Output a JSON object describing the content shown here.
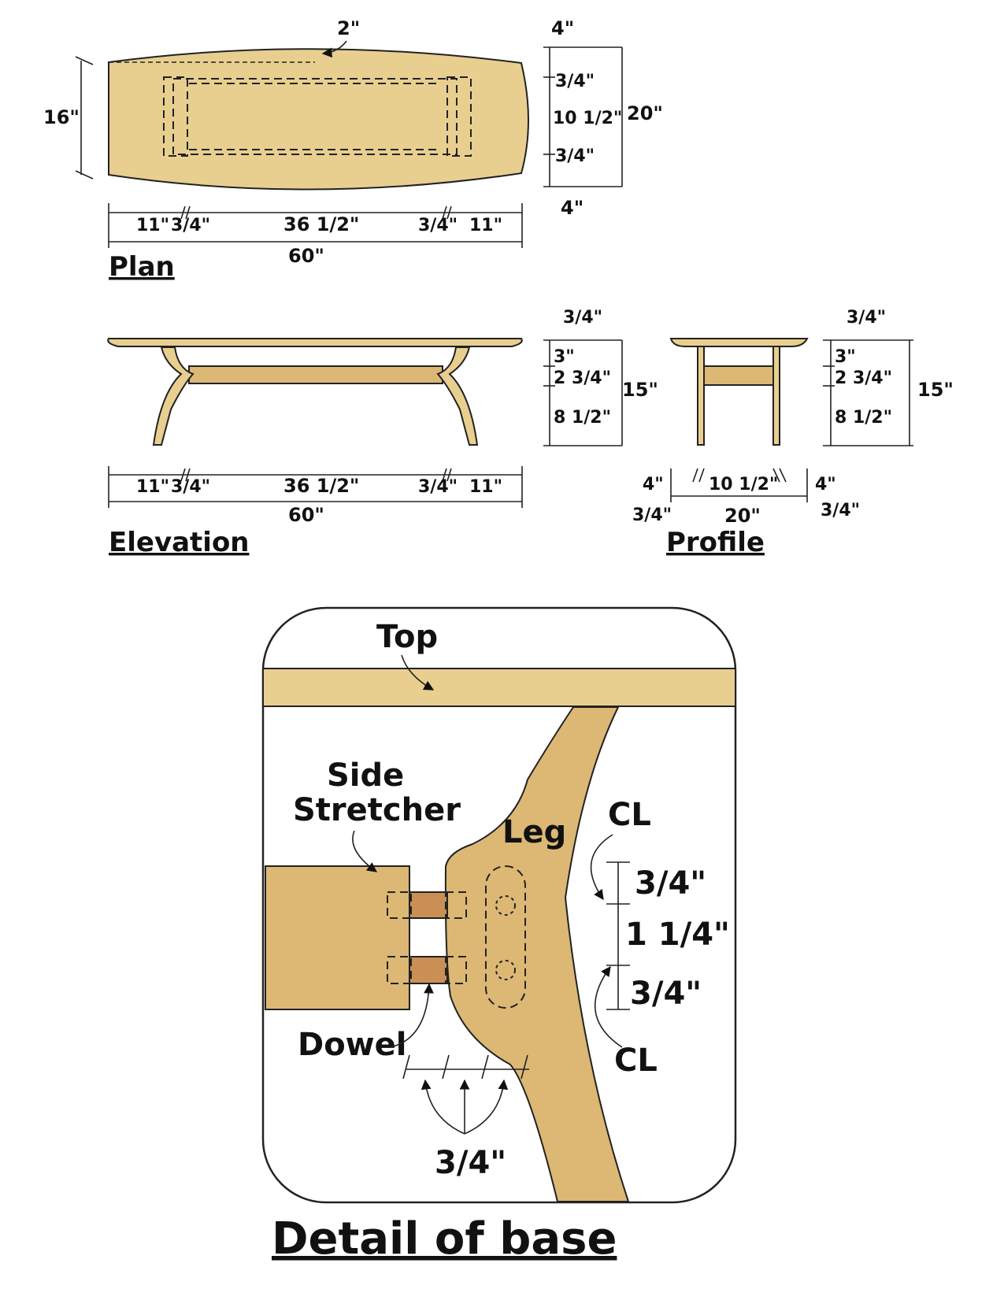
{
  "plan": {
    "title": "Plan",
    "dims": {
      "top_offset": "2\"",
      "width": "16\"",
      "end_left": "11\"",
      "tenon_left": "3/4\"",
      "center": "36 1/2\"",
      "tenon_right": "3/4\"",
      "end_right": "11\"",
      "overall": "60\"",
      "side_top": "4\"",
      "side_a": "3/4\"",
      "side_mid": "10 1/2\"",
      "side_b": "3/4\"",
      "side_bottom": "4\"",
      "side_total": "20\""
    }
  },
  "elevation": {
    "title": "Elevation",
    "dims": {
      "end_left": "11\"",
      "tenon_left": "3/4\"",
      "center": "36 1/2\"",
      "tenon_right": "3/4\"",
      "end_right": "11\"",
      "overall": "60\"",
      "top_thick": "3/4\"",
      "h_upper": "3\"",
      "h_stretcher": "2 3/4\"",
      "h_lower": "8 1/2\"",
      "total": "15\""
    }
  },
  "profile": {
    "title": "Profile",
    "dims": {
      "top_thick": "3/4\"",
      "h_upper": "3\"",
      "h_stretcher": "2 3/4\"",
      "h_lower": "8 1/2\"",
      "total": "15\"",
      "left_end": "4\"",
      "left_leg": "3/4\"",
      "middle": "10 1/2\"",
      "right_end": "4\"",
      "right_leg": "3/4\"",
      "overall": "20\""
    }
  },
  "detail": {
    "title": "Detail of base",
    "labels": {
      "top": "Top",
      "side": "Side",
      "stretcher": "Stretcher",
      "leg": "Leg",
      "dowel": "Dowel",
      "cl_symbol": "CL"
    },
    "dims": {
      "upper": "3/4\"",
      "middle": "1 1/4\"",
      "lower": "3/4\"",
      "bottom": "3/4\""
    }
  }
}
